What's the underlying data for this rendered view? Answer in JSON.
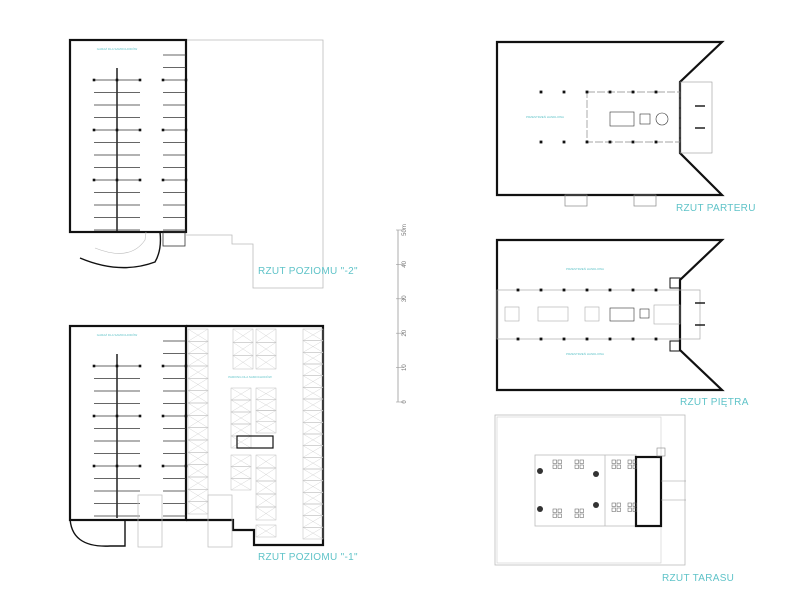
{
  "plans": {
    "level_minus2": {
      "title": "RZUT POZIOMU \"-2\"",
      "garage_label": "GARAŻ DLA SAMOCHODÓW"
    },
    "level_minus1": {
      "title": "RZUT POZIOMU \"-1\"",
      "garage_label": "GARAŻ DLA SAMOCHODÓW",
      "parking_label": "PARKING DLA SAMOCHODÓW"
    },
    "ground": {
      "title": "RZUT PARTERU",
      "retail_label": "PRZESTRZEŃ HANDLOWA"
    },
    "first_floor": {
      "title": "RZUT PIĘTRA",
      "retail_label_top": "PRZESTRZEŃ HANDLOWA",
      "retail_label_bottom": "PRZESTRZEŃ HANDLOWA"
    },
    "terrace": {
      "title": "RZUT TARASU"
    }
  },
  "scale_bar": {
    "labels": [
      "0",
      "10",
      "20",
      "30",
      "40",
      "50m"
    ]
  },
  "colors": {
    "accent": "#5fc3c8",
    "wall": "#111111",
    "outline": "#bbbbbb"
  }
}
